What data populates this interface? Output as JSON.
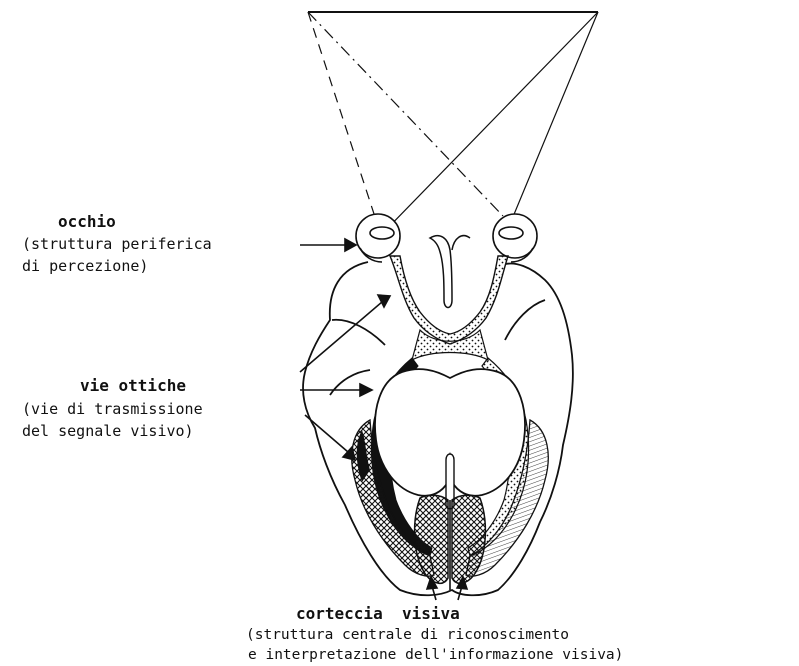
{
  "labels": {
    "eye": {
      "title": "occhio",
      "line1": "(struttura periferica",
      "line2": "di percezione)"
    },
    "optic_paths": {
      "title": "vie ottiche",
      "line1": "(vie di trasmissione",
      "line2": "del segnale visivo)"
    },
    "visual_cortex": {
      "title": "corteccia  visiva",
      "line1": "(struttura centrale di riconoscimento",
      "line2": "e interpretazione dell'informazione visiva)"
    }
  },
  "colors": {
    "ink": "#111111",
    "paper": "#ffffff"
  }
}
